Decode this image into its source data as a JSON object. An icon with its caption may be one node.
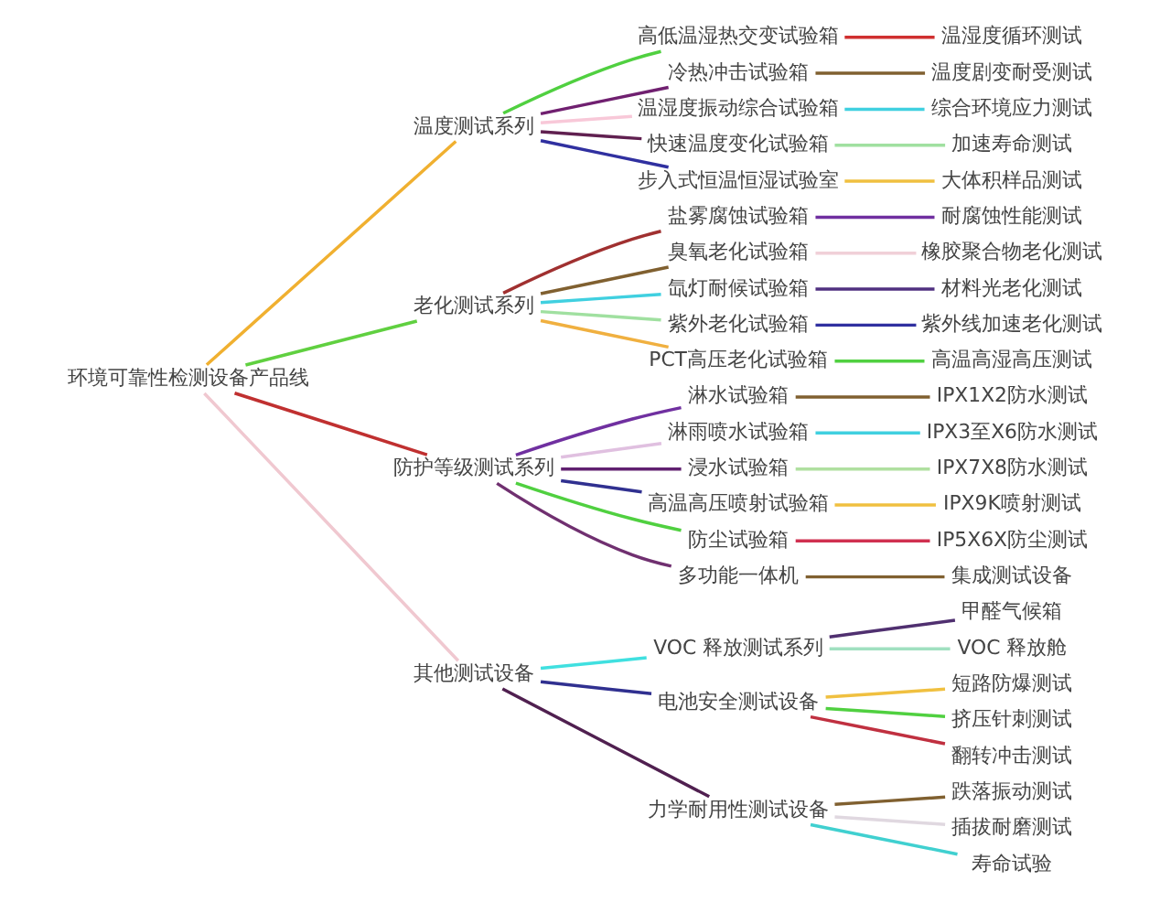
{
  "diagram": {
    "nodes": [
      {
        "text": [
          "环境可靠性检测设备产品线"
        ]
      },
      {
        "text": [
          "温度测试系列"
        ]
      },
      {
        "text": [
          "高低温湿热交变试验箱"
        ]
      },
      {
        "text": [
          "温湿度循环测试"
        ]
      },
      {
        "text": [
          "冷热冲击试验箱"
        ]
      },
      {
        "text": [
          "温度剧变耐受测试"
        ]
      },
      {
        "text": [
          "温湿度振动综合试验箱"
        ]
      },
      {
        "text": [
          "综合环境应力测试"
        ]
      },
      {
        "text": [
          "快速温度变化试验箱"
        ]
      },
      {
        "text": [
          "加速寿命测试"
        ]
      },
      {
        "text": [
          "步入式恒温恒湿试验室"
        ]
      },
      {
        "text": [
          "大体积样品测试"
        ]
      },
      {
        "text": [
          "老化测试系列"
        ]
      },
      {
        "text": [
          "盐雾腐蚀试验箱"
        ]
      },
      {
        "text": [
          "耐腐蚀性能测试"
        ]
      },
      {
        "text": [
          "臭氧老化试验箱"
        ]
      },
      {
        "text": [
          "橡胶聚合物老化测试"
        ]
      },
      {
        "text": [
          "氙灯耐候试验箱"
        ]
      },
      {
        "text": [
          "材料光老化测试"
        ]
      },
      {
        "text": [
          "紫外老化试验箱"
        ]
      },
      {
        "text": [
          "紫外线加速老化测试"
        ]
      },
      {
        "text": [
          "PCT高压老化试验箱"
        ]
      },
      {
        "text": [
          "高温高湿高压测试"
        ]
      },
      {
        "text": [
          "防护等级测试系列"
        ]
      },
      {
        "text": [
          "淋水试验箱"
        ]
      },
      {
        "text": [
          "IPX1X2防水测试"
        ]
      },
      {
        "text": [
          "淋雨喷水试验箱"
        ]
      },
      {
        "text": [
          "IPX3至X6防水测试"
        ]
      },
      {
        "text": [
          "浸水试验箱"
        ]
      },
      {
        "text": [
          "IPX7X8防水测试"
        ]
      },
      {
        "text": [
          "高温高压喷射试验箱"
        ]
      },
      {
        "text": [
          "IPX9K喷射测试"
        ]
      },
      {
        "text": [
          "防尘试验箱"
        ]
      },
      {
        "text": [
          "IP5X6X防尘测试"
        ]
      },
      {
        "text": [
          "多功能一体机"
        ]
      },
      {
        "text": [
          "集成测试设备"
        ]
      },
      {
        "text": [
          "其他测试设备"
        ]
      },
      {
        "text": [
          "VOC 释放测试系列"
        ]
      },
      {
        "text": [
          "甲醛气候箱"
        ]
      },
      {
        "text": [
          "VOC 释放舱"
        ]
      },
      {
        "text": [
          "电池安全测试设备"
        ]
      },
      {
        "text": [
          "短路防爆测试"
        ]
      },
      {
        "text": [
          "挤压针刺测试"
        ]
      },
      {
        "text": [
          "翻转冲击测试"
        ]
      },
      {
        "text": [
          "力学耐用性测试设备"
        ]
      },
      {
        "text": [
          "跌落振动测试"
        ]
      },
      {
        "text": [
          "插拔耐磨测试"
        ]
      },
      {
        "text": [
          "寿命试验"
        ]
      }
    ],
    "edges": [
      {
        "from": 0,
        "to": 1,
        "arrow": "none",
        "color": "#f0b030"
      },
      {
        "from": 1,
        "to": 2,
        "arrow": "none",
        "color": "#50d040"
      },
      {
        "from": 2,
        "to": 3,
        "arrow": "none",
        "color": "#d03030"
      },
      {
        "from": 1,
        "to": 4,
        "arrow": "none",
        "color": "#702070"
      },
      {
        "from": 4,
        "to": 5,
        "arrow": "none",
        "color": "#806030"
      },
      {
        "from": 1,
        "to": 6,
        "arrow": "none",
        "color": "#f8c8d8"
      },
      {
        "from": 6,
        "to": 7,
        "arrow": "none",
        "color": "#40d0e0"
      },
      {
        "from": 1,
        "to": 8,
        "arrow": "none",
        "color": "#602050"
      },
      {
        "from": 8,
        "to": 9,
        "arrow": "none",
        "color": "#a0e0a0"
      },
      {
        "from": 1,
        "to": 10,
        "arrow": "none",
        "color": "#3030a0"
      },
      {
        "from": 10,
        "to": 11,
        "arrow": "none",
        "color": "#f0c040"
      },
      {
        "from": 0,
        "to": 12,
        "arrow": "none",
        "color": "#60d040"
      },
      {
        "from": 12,
        "to": 13,
        "arrow": "none",
        "color": "#a03030"
      },
      {
        "from": 13,
        "to": 14,
        "arrow": "none",
        "color": "#7030a0"
      },
      {
        "from": 12,
        "to": 15,
        "arrow": "none",
        "color": "#806030"
      },
      {
        "from": 15,
        "to": 16,
        "arrow": "none",
        "color": "#f0d0d8"
      },
      {
        "from": 12,
        "to": 17,
        "arrow": "none",
        "color": "#40d0e0"
      },
      {
        "from": 17,
        "to": 18,
        "arrow": "none",
        "color": "#503080"
      },
      {
        "from": 12,
        "to": 19,
        "arrow": "none",
        "color": "#a0e0a0"
      },
      {
        "from": 19,
        "to": 20,
        "arrow": "none",
        "color": "#3030a0"
      },
      {
        "from": 12,
        "to": 21,
        "arrow": "none",
        "color": "#f0b040"
      },
      {
        "from": 21,
        "to": 22,
        "arrow": "none",
        "color": "#50d040"
      },
      {
        "from": 0,
        "to": 23,
        "arrow": "none",
        "color": "#c03030"
      },
      {
        "from": 23,
        "to": 24,
        "arrow": "none",
        "color": "#7030a0"
      },
      {
        "from": 24,
        "to": 25,
        "arrow": "none",
        "color": "#806030"
      },
      {
        "from": 23,
        "to": 26,
        "arrow": "none",
        "color": "#e0c0e0"
      },
      {
        "from": 26,
        "to": 27,
        "arrow": "none",
        "color": "#40d0e0"
      },
      {
        "from": 23,
        "to": 28,
        "arrow": "none",
        "color": "#602070"
      },
      {
        "from": 28,
        "to": 29,
        "arrow": "none",
        "color": "#b0e0a0"
      },
      {
        "from": 23,
        "to": 30,
        "arrow": "none",
        "color": "#303090"
      },
      {
        "from": 30,
        "to": 31,
        "arrow": "none",
        "color": "#f0c040"
      },
      {
        "from": 23,
        "to": 32,
        "arrow": "none",
        "color": "#50d040"
      },
      {
        "from": 32,
        "to": 33,
        "arrow": "none",
        "color": "#d03050"
      },
      {
        "from": 23,
        "to": 34,
        "arrow": "none",
        "color": "#703070"
      },
      {
        "from": 34,
        "to": 35,
        "arrow": "none",
        "color": "#806030"
      },
      {
        "from": 0,
        "to": 36,
        "arrow": "none",
        "color": "#f0c8d0"
      },
      {
        "from": 36,
        "to": 37,
        "arrow": "none",
        "color": "#40e0e0"
      },
      {
        "from": 37,
        "to": 38,
        "arrow": "none",
        "color": "#503070"
      },
      {
        "from": 37,
        "to": 39,
        "arrow": "none",
        "color": "#a0e0c0"
      },
      {
        "from": 36,
        "to": 40,
        "arrow": "none",
        "color": "#303090"
      },
      {
        "from": 40,
        "to": 41,
        "arrow": "none",
        "color": "#f0c040"
      },
      {
        "from": 40,
        "to": 42,
        "arrow": "none",
        "color": "#50d040"
      },
      {
        "from": 40,
        "to": 43,
        "arrow": "none",
        "color": "#c03040"
      },
      {
        "from": 36,
        "to": 44,
        "arrow": "none",
        "color": "#502050"
      },
      {
        "from": 44,
        "to": 45,
        "arrow": "none",
        "color": "#806030"
      },
      {
        "from": 44,
        "to": 46,
        "arrow": "none",
        "color": "#e0d8e0"
      },
      {
        "from": 44,
        "to": 47,
        "arrow": "none",
        "color": "#40d0d0"
      }
    ]
  }
}
